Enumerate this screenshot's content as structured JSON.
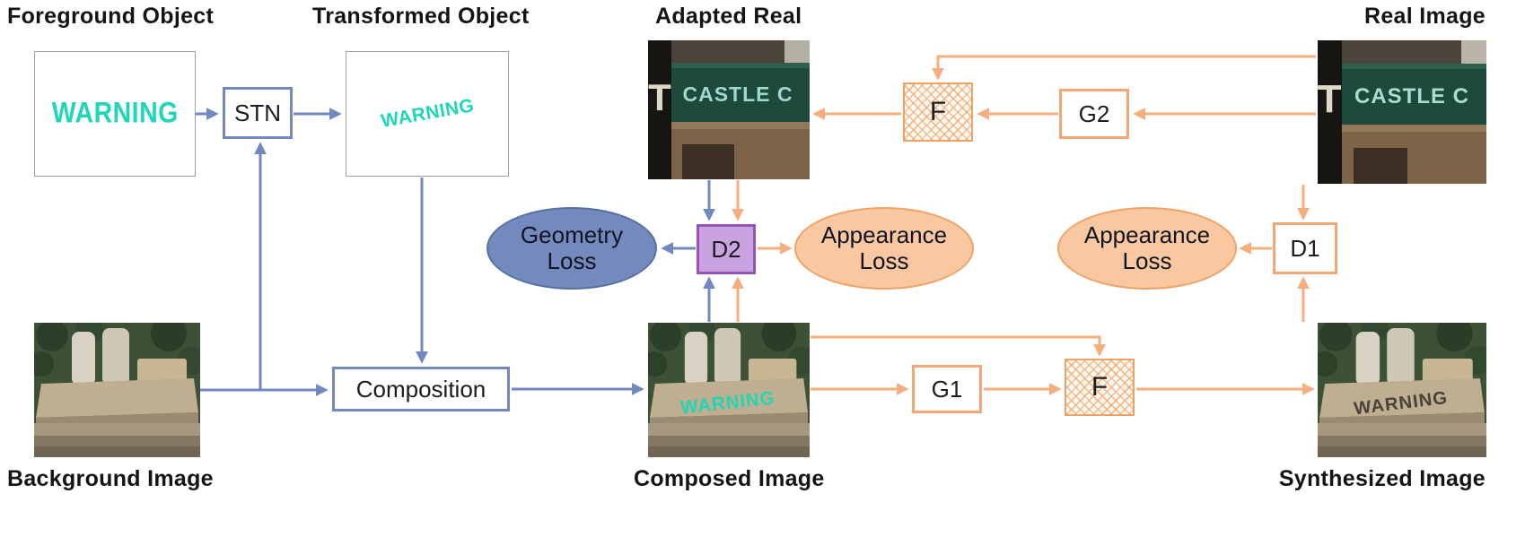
{
  "labels": {
    "foreground_object": "Foreground Object",
    "transformed_object": "Transformed Object",
    "adapted_real": "Adapted Real",
    "real_image": "Real Image",
    "background_image": "Background Image",
    "composed_image": "Composed Image",
    "synthesized_image": "Synthesized Image"
  },
  "nodes": {
    "stn": "STN",
    "composition": "Composition",
    "g1": "G1",
    "g2": "G2",
    "d1": "D1",
    "d2": "D2",
    "f_top": "F",
    "f_bottom": "F",
    "geometry_loss": "Geometry Loss",
    "appearance_loss_center": "Appearance Loss",
    "appearance_loss_right": "Appearance Loss"
  },
  "images": {
    "foreground": {
      "text": "WARNING"
    },
    "transformed": {
      "text": "WARNING"
    },
    "composed": {
      "text": "WARNING"
    },
    "synthesized": {
      "text": "WARNING"
    },
    "adapted_real": {
      "sign_letter": "T",
      "sign_text": "CASTLE C"
    },
    "real": {
      "sign_letter": "T",
      "sign_text": "CASTLE C"
    }
  },
  "colors": {
    "arrow_blue": "#7189bf",
    "arrow_orange": "#f5ae7e",
    "geometry_ellipse": "#7489bd",
    "appearance_ellipse": "#f9c8a0",
    "d2_purple": "#c9a3e0",
    "warning_teal": "#1fd6b5"
  }
}
